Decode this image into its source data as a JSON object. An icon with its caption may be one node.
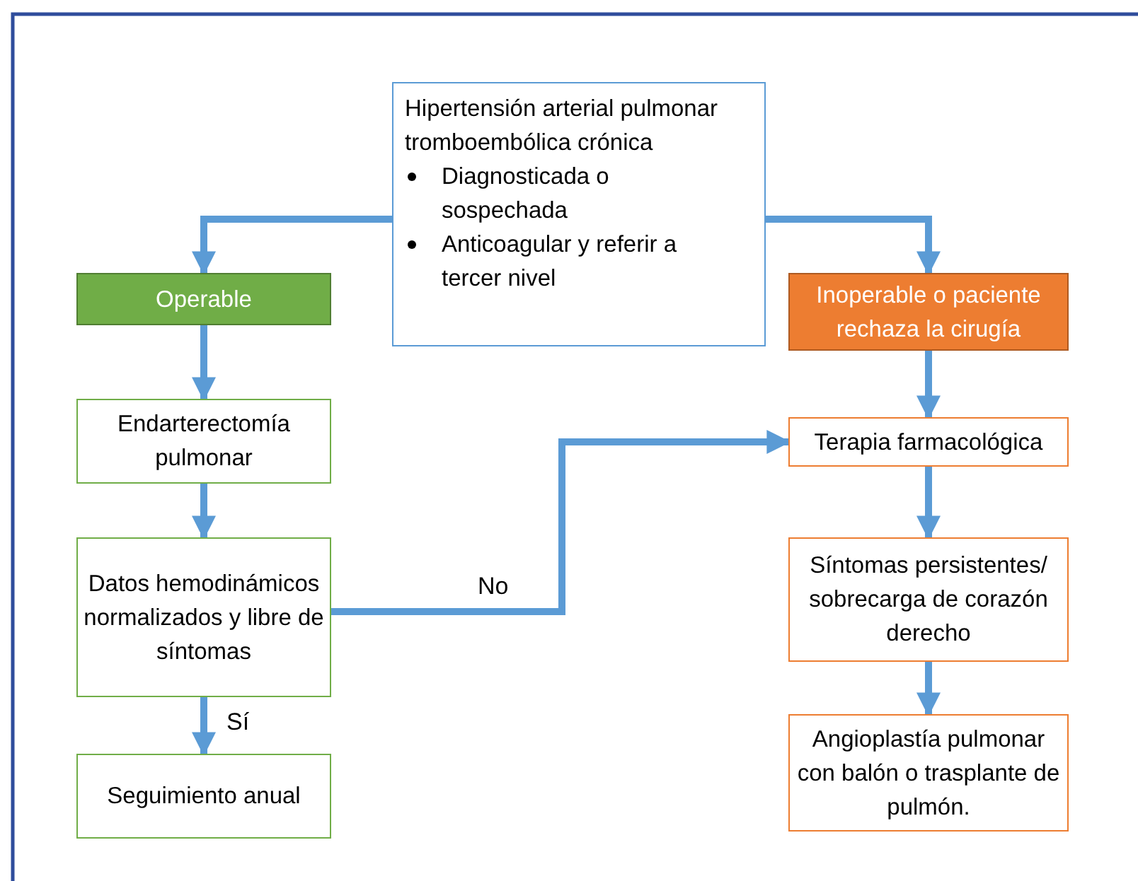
{
  "diagram": {
    "nodes": [
      {
        "text": [
          "Hipertensión arterial pulmonar tromboembólica crónica",
          "Diagnosticada o sospechada",
          "Anticoagular y referir a tercer nivel"
        ]
      },
      {
        "text": [
          "Operable"
        ]
      },
      {
        "text": [
          "Inoperable o paciente rechaza la cirugía"
        ]
      },
      {
        "text": [
          "Endarterectomía pulmonar"
        ]
      },
      {
        "text": [
          "Datos hemodinámicos normalizados y libre de síntomas"
        ]
      },
      {
        "text": [
          "Seguimiento anual"
        ]
      },
      {
        "text": [
          "Terapia farmacológica"
        ]
      },
      {
        "text": [
          "Síntomas persistentes/ sobrecarga de corazón derecho"
        ]
      },
      {
        "text": [
          "Angioplastía pulmonar con balón o trasplante de pulmón."
        ]
      }
    ],
    "edges": [
      {
        "from": 0,
        "to": 1,
        "arrow": "to"
      },
      {
        "from": 0,
        "to": 2,
        "arrow": "to"
      },
      {
        "from": 1,
        "to": 3,
        "arrow": "to"
      },
      {
        "from": 3,
        "to": 4,
        "arrow": "to"
      },
      {
        "from": 4,
        "to": 5,
        "arrow": "to",
        "label": "Sí"
      },
      {
        "from": 4,
        "to": 6,
        "arrow": "to",
        "label": "No"
      },
      {
        "from": 2,
        "to": 6,
        "arrow": "to"
      },
      {
        "from": 6,
        "to": 7,
        "arrow": "to"
      },
      {
        "from": 7,
        "to": 8,
        "arrow": "to"
      }
    ]
  }
}
